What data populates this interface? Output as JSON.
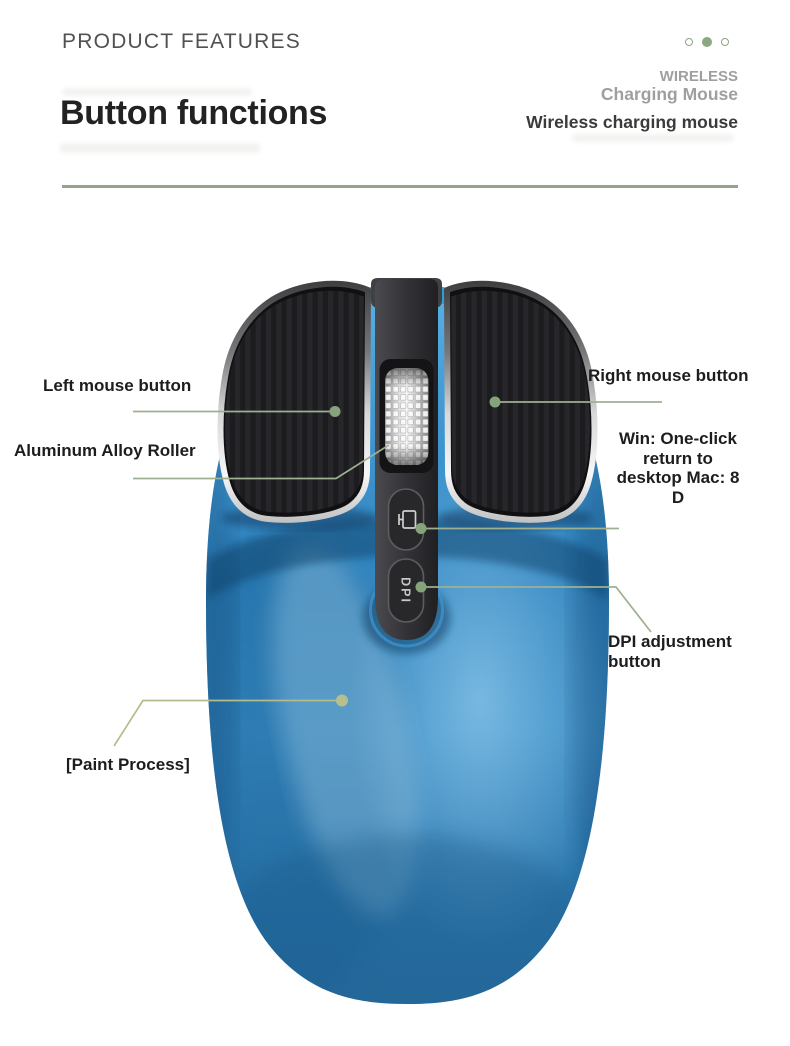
{
  "header": {
    "eyebrow": "PRODUCT FEATURES",
    "pagination": {
      "count": 3,
      "active": 2
    }
  },
  "hero": {
    "brand_top": "WIRELESS",
    "brand_bottom": "Charging Mouse",
    "title": "Button functions",
    "subtitle": "Wireless charging mouse"
  },
  "callouts": {
    "left_button": {
      "label": "Left mouse button"
    },
    "roller": {
      "label": "Aluminum Alloy Roller"
    },
    "right_button": {
      "label": "Right mouse button"
    },
    "desktop_key": {
      "label": "Win: One-click\nreturn to\ndesktop  Mac: 8\nD"
    },
    "dpi": {
      "label": "DPI adjustment\nbutton"
    },
    "paint": {
      "label": "[Paint Process]"
    }
  },
  "mouse": {
    "dpi_button_text": "DPI",
    "top_button_icon": "desktop-return-icon"
  },
  "colors": {
    "accent_green": "#8aa881",
    "callout_line": "#9db092",
    "callout_dot": "#86a47c",
    "paint_dot": "#b7bf8e",
    "divider": "#96a48b",
    "body_blue": "#3184bf",
    "pad_black": "#1c1c1f"
  }
}
